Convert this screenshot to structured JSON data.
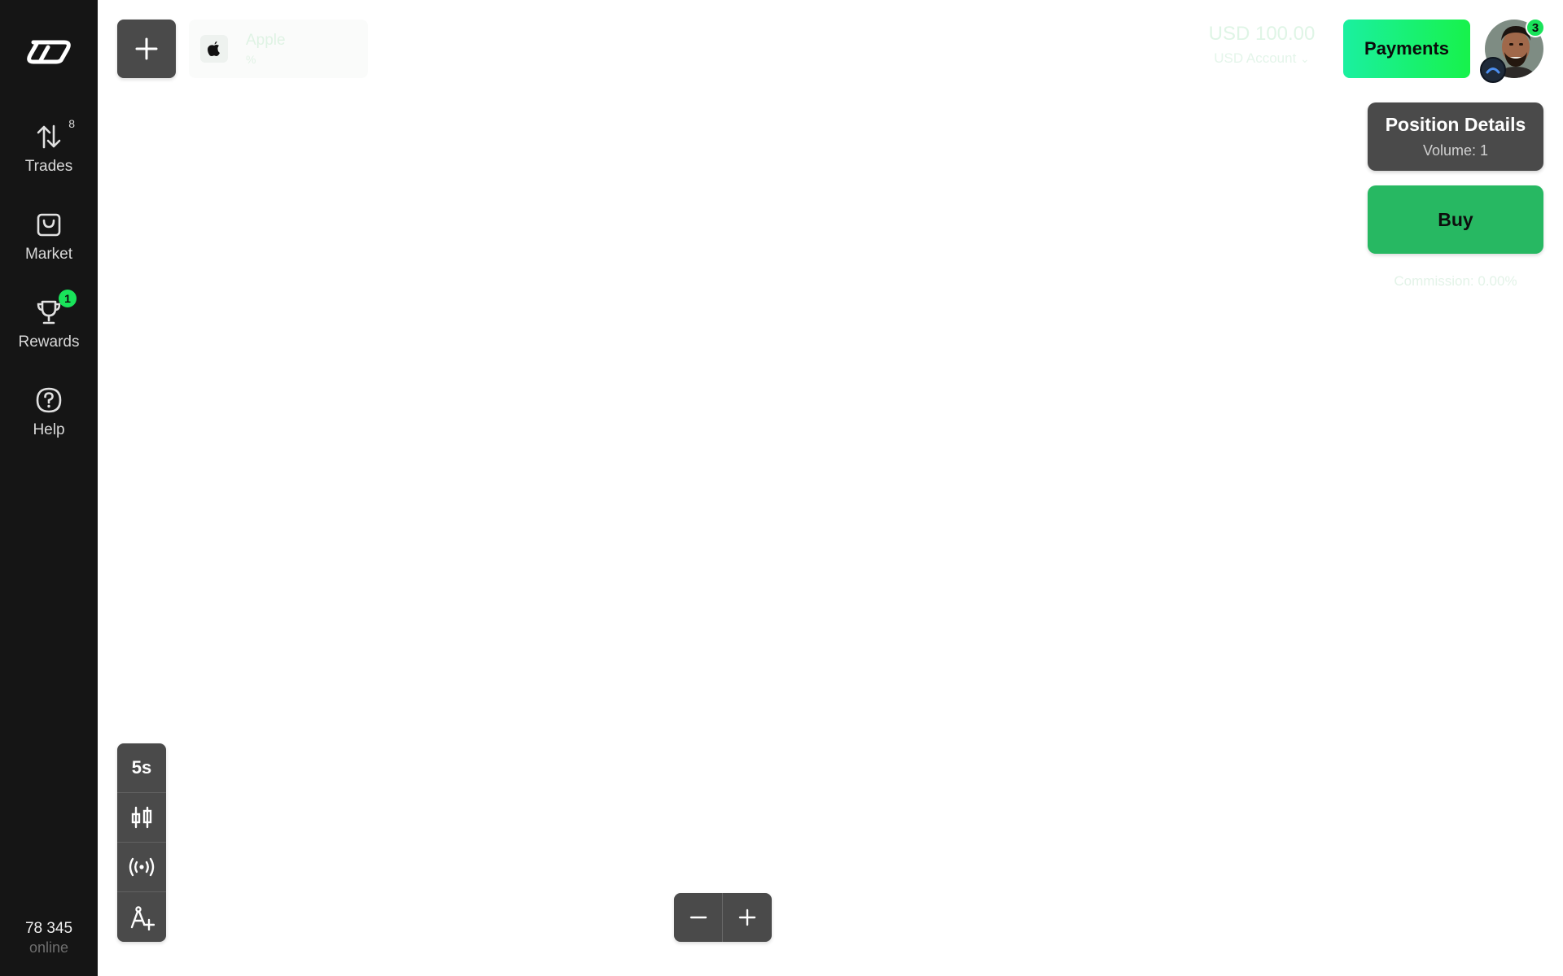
{
  "sidebar": {
    "logo": "brand-logo",
    "items": [
      {
        "label": "Trades",
        "icon": "arrows-up-down-icon",
        "count": "8"
      },
      {
        "label": "Market",
        "icon": "shopping-bag-icon"
      },
      {
        "label": "Rewards",
        "icon": "trophy-icon",
        "badge": "1"
      },
      {
        "label": "Help",
        "icon": "question-circle-icon"
      }
    ],
    "online": {
      "count": "78 345",
      "label": "online"
    }
  },
  "header": {
    "asset": {
      "name": "Apple",
      "sub": "%",
      "icon": "apple-logo-icon"
    },
    "balance": {
      "amount": "USD 100.00",
      "account": "USD Account"
    },
    "payments_label": "Payments",
    "profile": {
      "notifications": "3"
    }
  },
  "panel": {
    "position_title": "Position Details",
    "volume": "Volume: 1",
    "buy_label": "Buy",
    "commission": "Commission: 0.00%"
  },
  "tools": {
    "timeframe": "5s",
    "items": [
      "timeframe",
      "chart-type-icon",
      "signal-icon",
      "drawing-tools-icon"
    ]
  },
  "zoom": {
    "minus": "zoom-out-icon",
    "plus": "zoom-in-icon"
  },
  "colors": {
    "sidebar": "#151515",
    "panel": "#4a4a4a",
    "buy": "#27b862",
    "accent_green": "#19e35a",
    "payments_gradient_start": "#1af0a0",
    "payments_gradient_end": "#17f24b"
  }
}
